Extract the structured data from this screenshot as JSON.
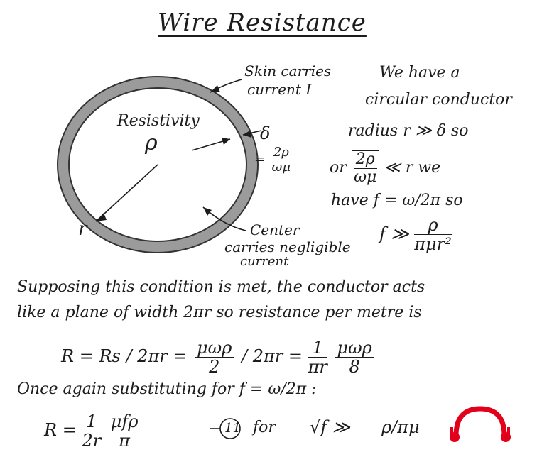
{
  "title": "Wire Resistance",
  "diagram": {
    "resistivity_label": "Resistivity",
    "rho_label": "ρ",
    "radius_label": "r",
    "delta_label": "δ",
    "delta_eq_prefix": "=",
    "delta_num": "2ρ",
    "delta_den": "ωμ",
    "skin_line1": "Skin carries",
    "skin_line2": "current I",
    "center_line1": "Center",
    "center_line2": "carries negligible",
    "center_line3": "current"
  },
  "right_text": {
    "line1": "We have a",
    "line2": "circular conductor",
    "line3": "radius r ≫ δ so",
    "line4_or": "or",
    "line4_num": "2ρ",
    "line4_den": "ωμ",
    "line4_rest": "≪ r  we",
    "line5": "have f = ω/2π  so",
    "line6_f": "f ≫",
    "line6_num": "ρ",
    "line6_den": "πμr²"
  },
  "body": {
    "line1": "Supposing this condition is met, the conductor acts",
    "line2": "like a plane of width 2πr  so resistance per metre is",
    "eq1_left": "R  =  Rs / 2πr  =",
    "eq1_num": "μωρ",
    "eq1_den": "2",
    "eq1_mid": "/ 2πr  =",
    "eq1_frac_num": "1",
    "eq1_frac_den": "πr",
    "eq1_sqrt_num": "μωρ",
    "eq1_sqrt_den": "8",
    "line3": "Once again substituting for f = ω/2π :",
    "eq2_left": "R =",
    "eq2_frac_num": "1",
    "eq2_frac_den": "2r",
    "eq2_sqrt_num": "μfρ",
    "eq2_sqrt_den": "π",
    "eq2_tag": "11",
    "eq2_for": "for",
    "eq2_cond_left": "√f  ≫",
    "eq2_cond_right": "ρ/πμ"
  },
  "colors": {
    "ink": "#1c1c1c",
    "ring_shade": "#8a8a8a",
    "logo_red": "#e2001a"
  },
  "icons": {
    "logo": "red-headphones-logo"
  }
}
